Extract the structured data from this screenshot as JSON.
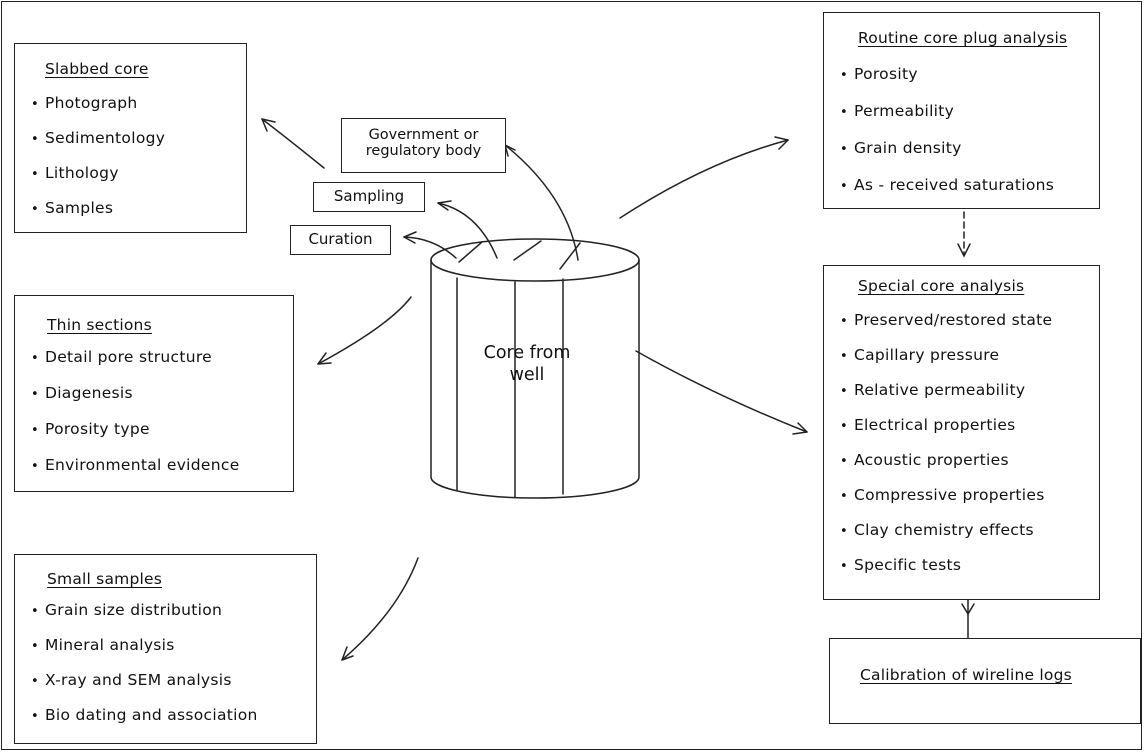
{
  "center": {
    "label_line1": "Core from",
    "label_line2": "well"
  },
  "top_labels": {
    "government_line1": "Government or",
    "government_line2": "regulatory body",
    "sampling": "Sampling",
    "curation": "Curation"
  },
  "slabbed_core": {
    "title": "Slabbed core",
    "items": [
      "Photograph",
      "Sedimentology",
      "Lithology",
      "Samples"
    ]
  },
  "thin_sections": {
    "title": "Thin sections",
    "items": [
      "Detail pore structure",
      "Diagenesis",
      "Porosity type",
      "Environmental evidence"
    ]
  },
  "small_samples": {
    "title": "Small samples",
    "items": [
      "Grain size distribution",
      "Mineral analysis",
      "X-ray and SEM analysis",
      "Bio dating and association"
    ]
  },
  "routine": {
    "title": "Routine core plug analysis",
    "items": [
      "Porosity",
      "Permeability",
      "Grain density",
      "As - received saturations"
    ]
  },
  "special": {
    "title": "Special core analysis",
    "items": [
      "Preserved/restored state",
      "Capillary pressure",
      "Relative permeability",
      "Electrical properties",
      "Acoustic properties",
      "Compressive properties",
      "Clay chemistry effects",
      "Specific tests"
    ]
  },
  "calibration": {
    "title": "Calibration of wireline logs"
  }
}
